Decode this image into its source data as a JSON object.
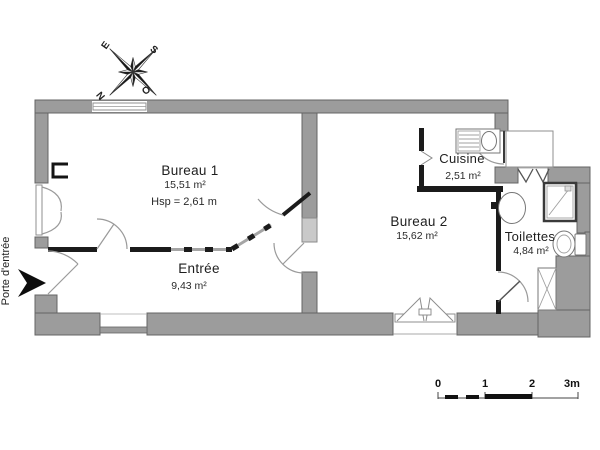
{
  "rooms": [
    {
      "name": "Bureau 1",
      "area": "15,51 m²",
      "ceiling_height": "Hsp = 2,61 m"
    },
    {
      "name": "Entrée",
      "area": "9,43 m²"
    },
    {
      "name": "Bureau 2",
      "area": "15,62 m²"
    },
    {
      "name": "Cuisine",
      "area": "2,51 m²"
    },
    {
      "name": "Toilettes",
      "area": "4,84 m²"
    }
  ],
  "entrance": {
    "label": "Porte d'entrée"
  },
  "compass": {
    "north": "N",
    "south": "S",
    "east": "E",
    "west": "O"
  },
  "scale": {
    "ticks": [
      "0",
      "1",
      "2",
      "3m"
    ]
  },
  "colors": {
    "wall": "#9c9c9c",
    "wall_light": "#c9c9c9",
    "partition": "#1b1b1b",
    "background": "#ffffff"
  }
}
